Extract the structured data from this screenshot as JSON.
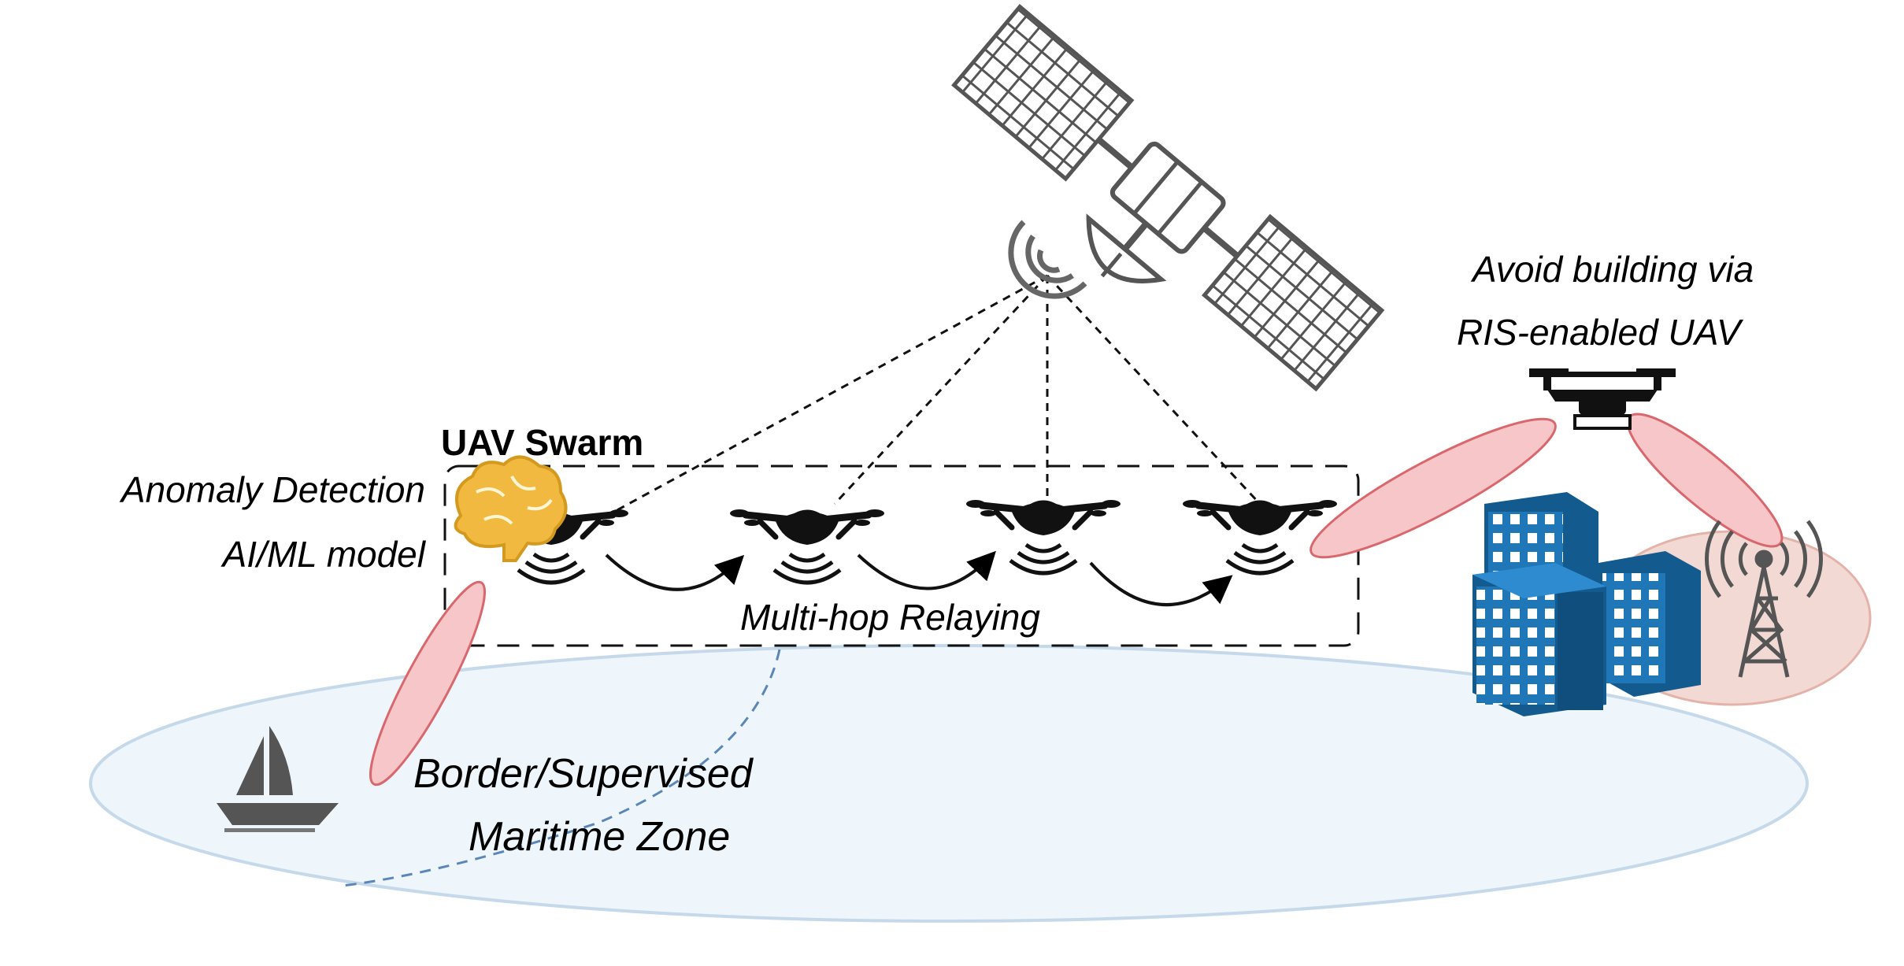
{
  "labels": {
    "swarm": "UAV Swarm",
    "anomaly_line1": "Anomaly Detection",
    "anomaly_line2": "AI/ML model",
    "relaying": "Multi-hop Relaying",
    "zone_line1": "Border/Supervised",
    "zone_line2": "Maritime Zone",
    "ris_line1": "Avoid building via",
    "ris_line2": "RIS-enabled UAV"
  },
  "icons": {
    "satellite": "satellite-icon",
    "drone": "drone-icon",
    "brain": "brain-icon",
    "boat": "sailboat-icon",
    "buildings": "buildings-icon",
    "tower": "cell-tower-icon",
    "ris_uav": "quadcopter-icon"
  },
  "colors": {
    "sea_fill": "#eef5fb",
    "sea_stroke": "#c5d9ea",
    "beam_fill": "#f7c6c8",
    "beam_stroke": "#d9686e",
    "tower_area": "#f2d9d3",
    "building": "#1f77b7",
    "building_dark": "#135a8f",
    "satellite": "#7a7a7a",
    "brain": "#f2b941"
  }
}
